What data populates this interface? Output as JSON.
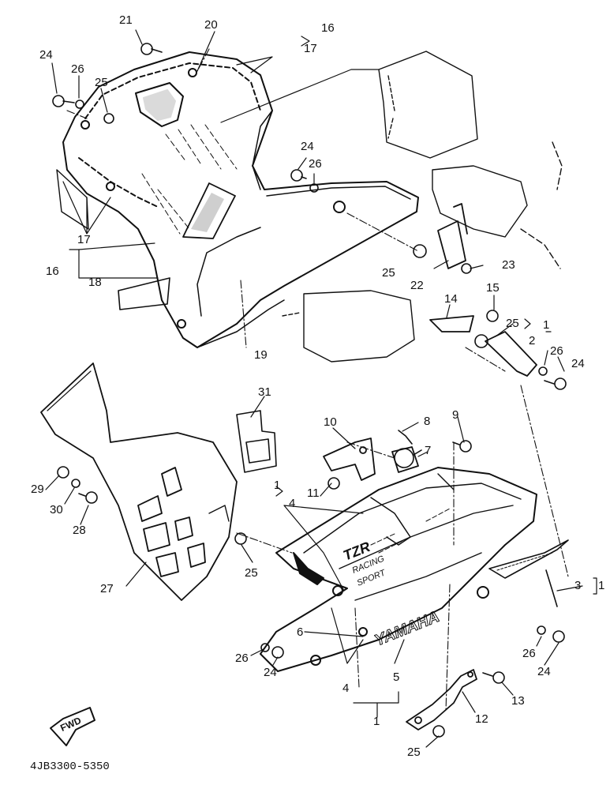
{
  "diagram": {
    "part_code": "4JB3300-5350",
    "fwd_label": "FWD",
    "logo_text": {
      "model": "TZR",
      "racing": "RACING",
      "sport": "SPORT",
      "brand": "YAMAHA"
    },
    "callouts": [
      {
        "id": "c21",
        "text": "21"
      },
      {
        "id": "c20",
        "text": "20"
      },
      {
        "id": "c16t",
        "text": "16"
      },
      {
        "id": "c17t",
        "text": "17"
      },
      {
        "id": "c24a",
        "text": "24"
      },
      {
        "id": "c26a",
        "text": "26"
      },
      {
        "id": "c25a",
        "text": "25"
      },
      {
        "id": "c24b",
        "text": "24"
      },
      {
        "id": "c26b",
        "text": "26"
      },
      {
        "id": "c17b",
        "text": "17"
      },
      {
        "id": "c16b",
        "text": "16"
      },
      {
        "id": "c18",
        "text": "18"
      },
      {
        "id": "c19",
        "text": "19"
      },
      {
        "id": "c25b",
        "text": "25"
      },
      {
        "id": "c22",
        "text": "22"
      },
      {
        "id": "c23",
        "text": "23"
      },
      {
        "id": "c15",
        "text": "15"
      },
      {
        "id": "c14",
        "text": "14"
      },
      {
        "id": "c25c",
        "text": "25"
      },
      {
        "id": "c1a",
        "text": "1"
      },
      {
        "id": "c2",
        "text": "2"
      },
      {
        "id": "c26c",
        "text": "26"
      },
      {
        "id": "c24c",
        "text": "24"
      },
      {
        "id": "c31",
        "text": "31"
      },
      {
        "id": "c8",
        "text": "8"
      },
      {
        "id": "c9",
        "text": "9"
      },
      {
        "id": "c10",
        "text": "10"
      },
      {
        "id": "c7",
        "text": "7"
      },
      {
        "id": "c1b",
        "text": "1"
      },
      {
        "id": "c4a",
        "text": "4"
      },
      {
        "id": "c11",
        "text": "11"
      },
      {
        "id": "c29",
        "text": "29"
      },
      {
        "id": "c30",
        "text": "30"
      },
      {
        "id": "c28",
        "text": "28"
      },
      {
        "id": "c25d",
        "text": "25"
      },
      {
        "id": "c27",
        "text": "27"
      },
      {
        "id": "c3",
        "text": "3"
      },
      {
        "id": "c1c",
        "text": "1"
      },
      {
        "id": "c6",
        "text": "6"
      },
      {
        "id": "c26d",
        "text": "26"
      },
      {
        "id": "c24d",
        "text": "24"
      },
      {
        "id": "c26e",
        "text": "26"
      },
      {
        "id": "c24e",
        "text": "24"
      },
      {
        "id": "c5",
        "text": "5"
      },
      {
        "id": "c4b",
        "text": "4"
      },
      {
        "id": "c13",
        "text": "13"
      },
      {
        "id": "c12",
        "text": "12"
      },
      {
        "id": "c1d",
        "text": "1"
      },
      {
        "id": "c25e",
        "text": "25"
      }
    ]
  }
}
